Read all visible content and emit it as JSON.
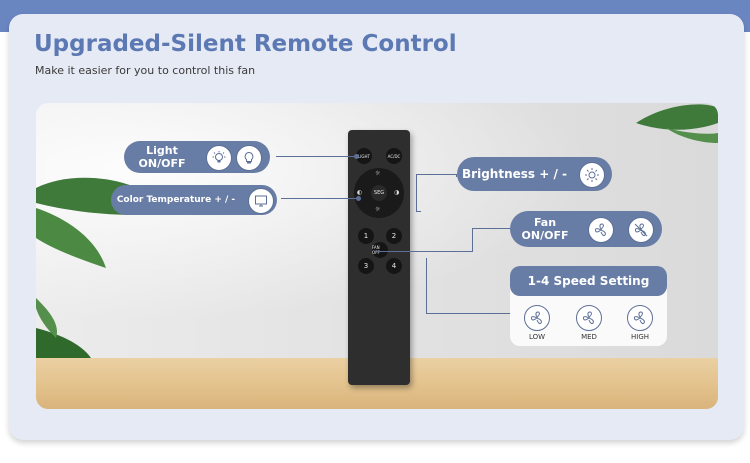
{
  "header": {
    "title": "Upgraded-Silent Remote Control",
    "subtitle": "Make it easier for you to control this fan"
  },
  "callouts": {
    "light": {
      "line1": "Light",
      "line2": "ON/OFF"
    },
    "color_temp": {
      "label": "Color Temperature + / -"
    },
    "brightness": {
      "label": "Brightness + / -"
    },
    "fan": {
      "line1": "Fan",
      "line2": "ON/OFF"
    },
    "speed": {
      "label": "1-4 Speed Setting",
      "levels": [
        "LOW",
        "MED",
        "HIGH"
      ]
    }
  },
  "remote": {
    "buttons": {
      "light": "LIGHT",
      "ac": "AC/DC",
      "seg": "SEG",
      "num1": "1",
      "num2": "2",
      "num3": "3",
      "num4": "4",
      "fan": "FAN OFF"
    }
  },
  "colors": {
    "accent": "#5c79b4",
    "pill": "#687da6",
    "band": "#6a86c1"
  }
}
